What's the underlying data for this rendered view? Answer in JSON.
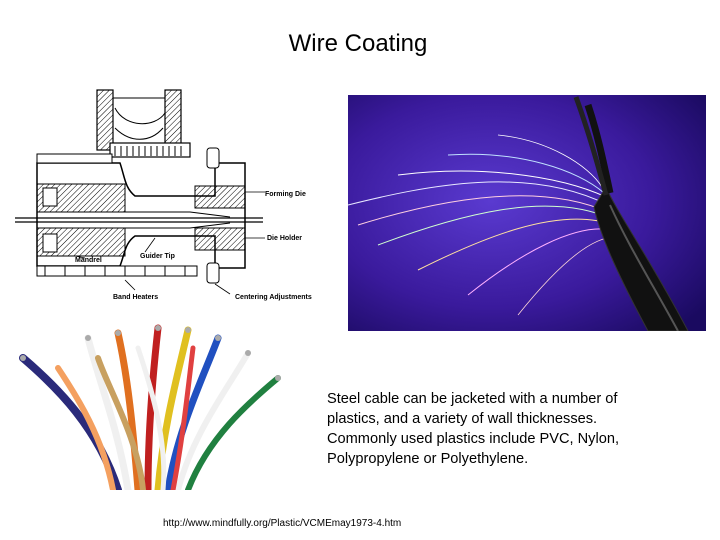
{
  "slide": {
    "title": "Wire Coating",
    "diagram": {
      "label_forming_die": "Forming Die",
      "label_die_holder": "Die Holder",
      "label_mandrel": "Mandrel",
      "label_guider_tip": "Guider Tip",
      "label_band_heaters": "Band Heaters",
      "label_centering": "Centering Adjustments"
    },
    "body_text": "Steel cable can be jacketed with a number of plastics, and a variety of wall thicknesses. Commonly used plastics include PVC, Nylon, Polypropylene or Polyethylene.",
    "source_url": "http://www.mindfully.org/Plastic/VCMEmay1973-4.htm",
    "colors": {
      "fiber_background": "#3a1a9c",
      "diagram_ink": "#000000"
    }
  }
}
